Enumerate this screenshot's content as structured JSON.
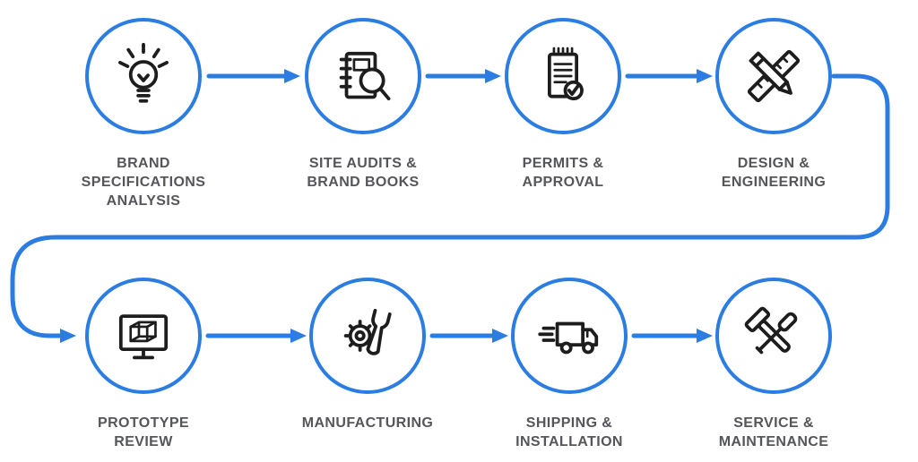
{
  "theme": {
    "accent": "#2b7de1",
    "label": "#55565a",
    "icon": "#1d1d1d"
  },
  "steps": [
    {
      "label": "BRAND\nSPECIFICATIONS\nANALYSIS",
      "icon": "lightbulb-icon"
    },
    {
      "label": "SITE AUDITS &\nBRAND BOOKS",
      "icon": "notebook-magnifier-icon"
    },
    {
      "label": "PERMITS &\nAPPROVAL",
      "icon": "notepad-check-icon"
    },
    {
      "label": "DESIGN &\nENGINEERING",
      "icon": "pencil-ruler-icon"
    },
    {
      "label": "PROTOTYPE\nREVIEW",
      "icon": "monitor-cube-icon"
    },
    {
      "label": "MANUFACTURING",
      "icon": "gear-wrench-icon"
    },
    {
      "label": "SHIPPING &\nINSTALLATION",
      "icon": "truck-icon"
    },
    {
      "label": "SERVICE &\nMAINTENANCE",
      "icon": "hammer-screwdriver-icon"
    }
  ]
}
